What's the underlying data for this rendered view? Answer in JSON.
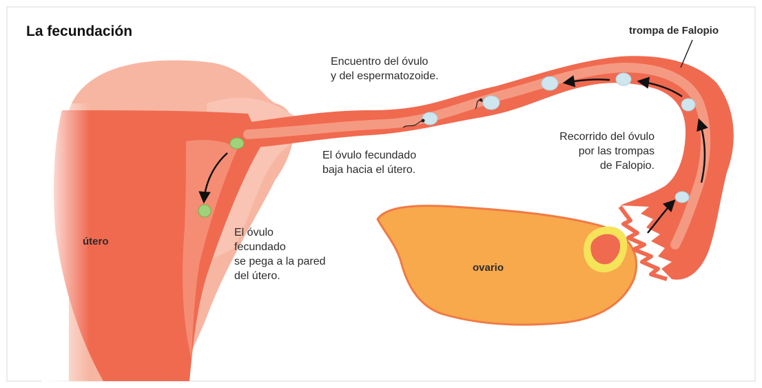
{
  "title": "La fecundación",
  "labels": {
    "trompa": "trompa de Falopio",
    "encuentro": [
      "Encuentro del óvulo",
      "y del espermatozoide."
    ],
    "recorrido": [
      "Recorrido del óvulo",
      "por las trompas",
      "de Falopio."
    ],
    "baja": [
      "El óvulo fecundado",
      "baja hacia el útero."
    ],
    "utero": "útero",
    "pega": [
      "El óvulo",
      "fecundado",
      "se pega a la pared",
      "del útero."
    ],
    "ovario": "ovario"
  },
  "colors": {
    "tissue": "#f06a50",
    "tissue_light": "#f7b09a",
    "ovary": "#f7a94c",
    "ovum": "#cfe6ef",
    "fertilized_ovum": "#9fd27a",
    "follicle": "#f5e35a"
  }
}
